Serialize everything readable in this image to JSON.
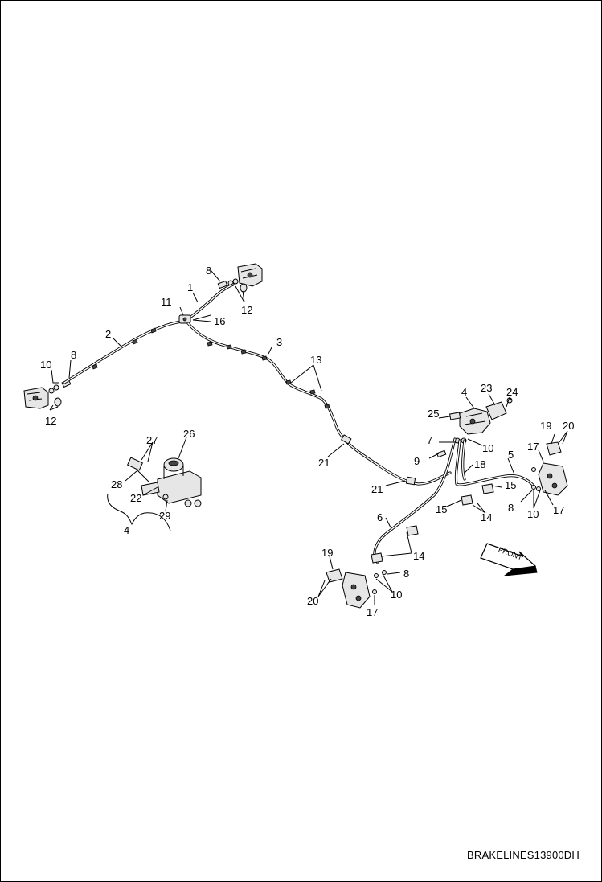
{
  "diagram_code": "BRAKELINES13900DH",
  "front_label": "FRONT",
  "callouts": {
    "c1": "1",
    "c2": "2",
    "c3": "3",
    "c4a": "4",
    "c4b": "4",
    "c5": "5",
    "c6": "6",
    "c7": "7",
    "c8a": "8",
    "c8b": "8",
    "c8c": "8",
    "c8d": "8",
    "c9": "9",
    "c10a": "10",
    "c10b": "10",
    "c10c": "10",
    "c10d": "10",
    "c11": "11",
    "c12a": "12",
    "c12b": "12",
    "c13": "13",
    "c14a": "14",
    "c14b": "14",
    "c15a": "15",
    "c15b": "15",
    "c16": "16",
    "c17a": "17",
    "c17b": "17",
    "c17c": "17",
    "c18": "18",
    "c19a": "19",
    "c19b": "19",
    "c20a": "20",
    "c20b": "20",
    "c21a": "21",
    "c21b": "21",
    "c22": "22",
    "c23": "23",
    "c24": "24",
    "c25": "25",
    "c26": "26",
    "c27": "27",
    "c28": "28",
    "c29": "29"
  }
}
